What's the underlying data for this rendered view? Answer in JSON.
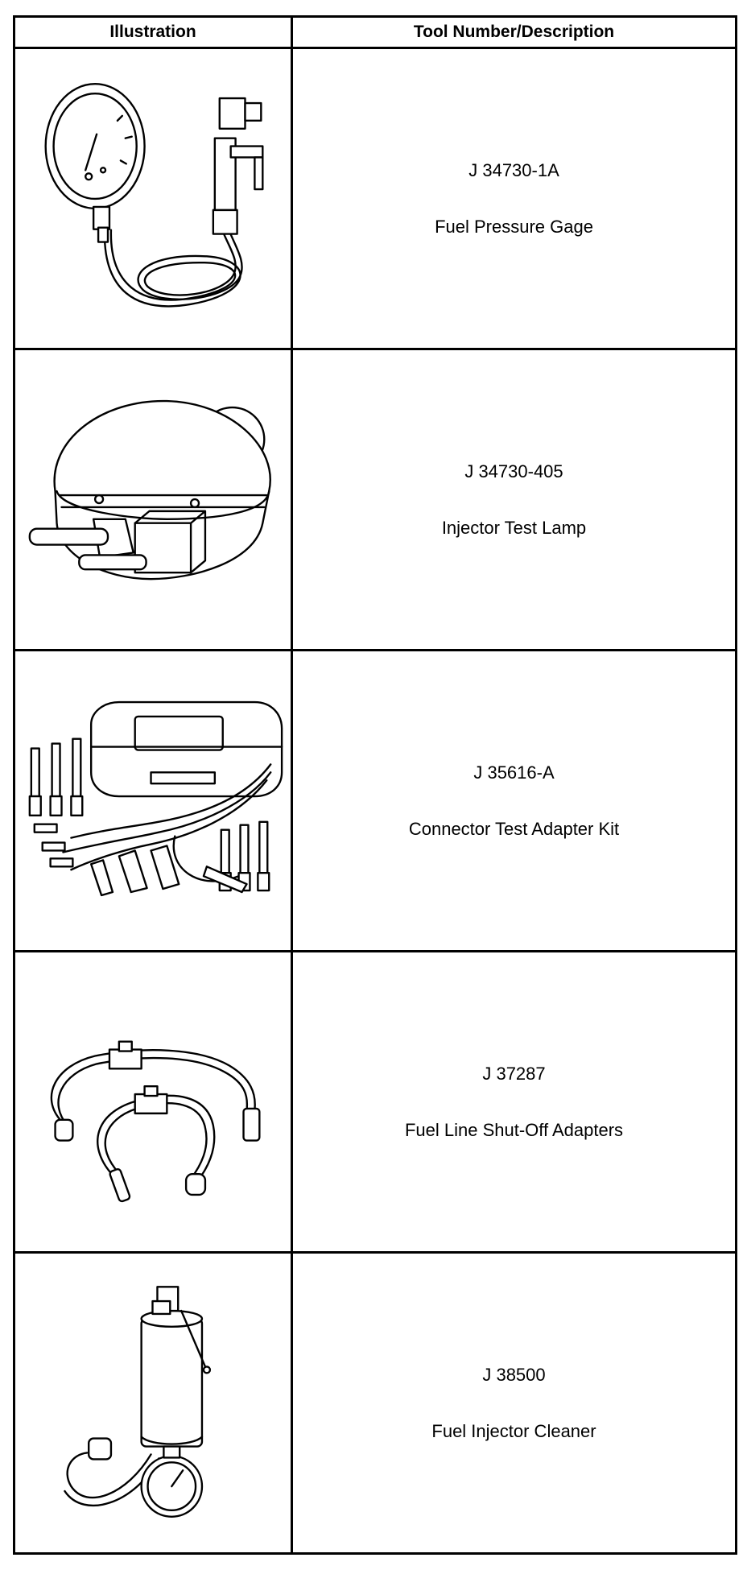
{
  "headers": {
    "illustration": "Illustration",
    "tool": "Tool Number/Description"
  },
  "tools": [
    {
      "number": "J 34730-1A",
      "description": "Fuel Pressure Gage",
      "illustration_icon": "fuel-pressure-gage-icon"
    },
    {
      "number": "J 34730-405",
      "description": "Injector Test Lamp",
      "illustration_icon": "injector-test-lamp-icon"
    },
    {
      "number": "J 35616-A",
      "description": "Connector Test Adapter Kit",
      "illustration_icon": "connector-test-adapter-kit-icon"
    },
    {
      "number": "J 37287",
      "description": "Fuel Line Shut-Off Adapters",
      "illustration_icon": "fuel-line-shutoff-adapters-icon"
    },
    {
      "number": "J 38500",
      "description": "Fuel Injector Cleaner",
      "illustration_icon": "fuel-injector-cleaner-icon"
    }
  ]
}
